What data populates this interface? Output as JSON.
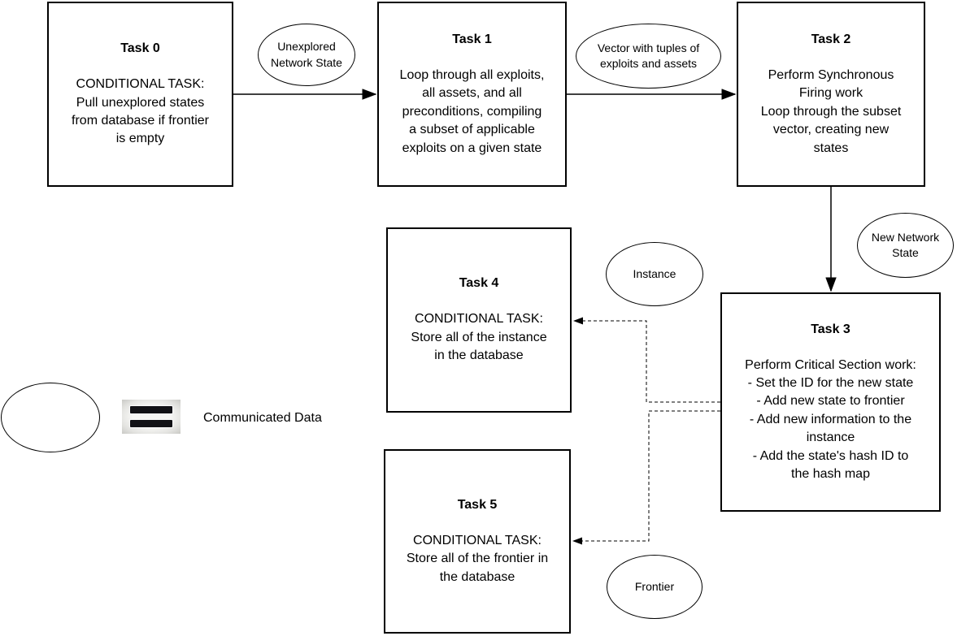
{
  "tasks": [
    {
      "title": "Task 0",
      "body": "CONDITIONAL TASK:\nPull unexplored states\nfrom database if frontier\nis empty"
    },
    {
      "title": "Task 1",
      "body": "Loop through all exploits,\nall assets, and all\npreconditions, compiling\na subset of applicable\nexploits on a given state"
    },
    {
      "title": "Task 2",
      "body": "Perform Synchronous\nFiring work\nLoop through the subset\nvector, creating new\nstates"
    },
    {
      "title": "Task 3",
      "body": "Perform Critical Section work:\n- Set the ID for the new state\n- Add new state to frontier\n- Add new information to the\ninstance\n- Add the state's hash ID to\nthe hash map"
    },
    {
      "title": "Task 4",
      "body": "CONDITIONAL TASK:\nStore all of the instance\nin the database"
    },
    {
      "title": "Task 5",
      "body": "CONDITIONAL TASK:\nStore all of the frontier in\nthe database"
    }
  ],
  "data_nodes": [
    {
      "label": "Unexplored\nNetwork State"
    },
    {
      "label": "Vector with tuples of\nexploits and assets"
    },
    {
      "label": "New Network\nState"
    },
    {
      "label": "Instance"
    },
    {
      "label": "Frontier"
    }
  ],
  "legend": {
    "label": "Communicated Data",
    "icon": "equals-icon"
  },
  "colors": {
    "stroke": "#000000",
    "background": "#ffffff"
  }
}
